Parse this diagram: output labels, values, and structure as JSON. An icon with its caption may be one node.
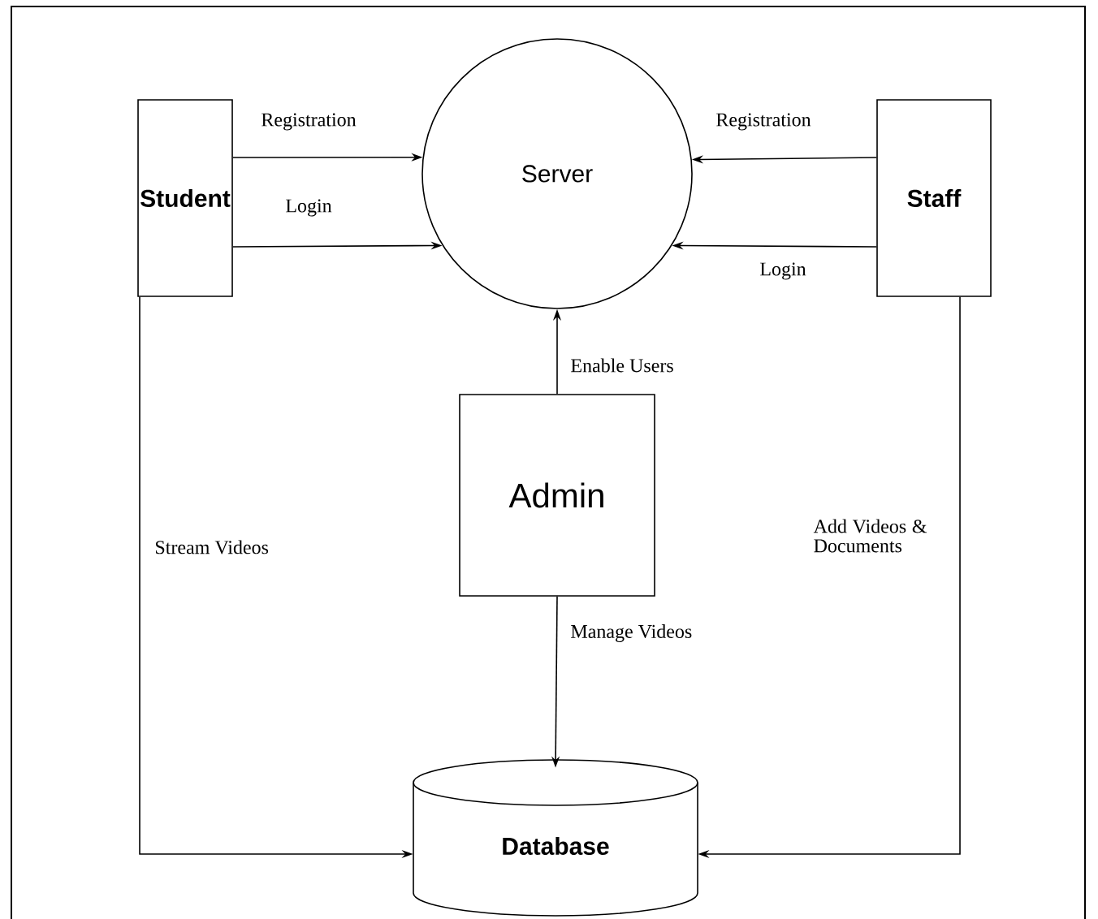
{
  "diagram": {
    "nodes": [
      {
        "text": [
          "Student"
        ]
      },
      {
        "text": [
          "Server"
        ]
      },
      {
        "text": [
          "Staff"
        ]
      },
      {
        "text": [
          "Admin"
        ]
      },
      {
        "text": [
          "Database"
        ]
      }
    ],
    "edges": [
      {
        "from": 0,
        "to": 1,
        "arrow": "to",
        "label": "Registration"
      },
      {
        "from": 0,
        "to": 1,
        "arrow": "to",
        "label": "Login"
      },
      {
        "from": 2,
        "to": 1,
        "arrow": "to",
        "label": "Registration"
      },
      {
        "from": 2,
        "to": 1,
        "arrow": "to",
        "label": "Login"
      },
      {
        "from": 3,
        "to": 1,
        "arrow": "to",
        "label": "Enable Users"
      },
      {
        "from": 3,
        "to": 4,
        "arrow": "to",
        "label": "Manage Videos"
      },
      {
        "from": 0,
        "to": 4,
        "arrow": "to",
        "label": "Stream Videos"
      },
      {
        "from": 2,
        "to": 4,
        "arrow": "to",
        "label": "Add Videos & Documents"
      }
    ]
  }
}
